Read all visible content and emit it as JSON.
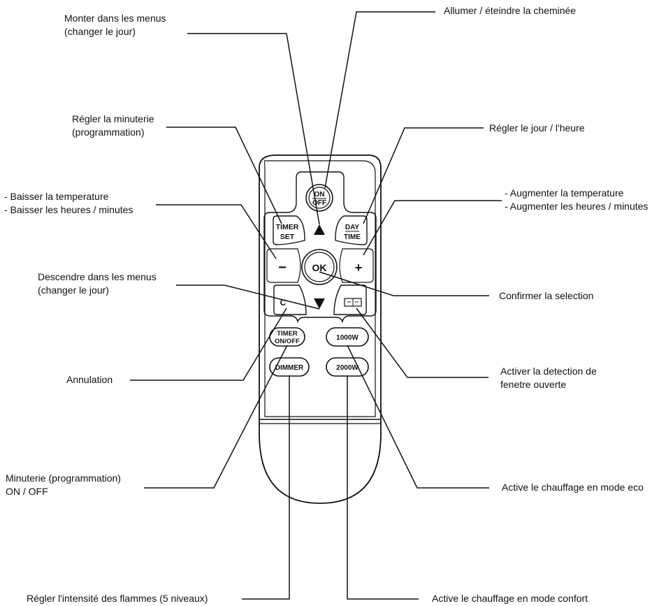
{
  "remote": {
    "buttons": {
      "on_off": {
        "line1": "ON",
        "line2": "OFF"
      },
      "timer_set": {
        "line1": "TIMER",
        "line2": "SET"
      },
      "day_time": {
        "line1": "DAY",
        "line2": "TIME"
      },
      "minus": "−",
      "ok": "OK",
      "plus": "+",
      "c": "C",
      "timer_on_off": {
        "line1": "TIMER",
        "line2": "ON/OFF"
      },
      "w1000": "1000W",
      "dimmer": "DIMMER",
      "w2000": "2000W"
    }
  },
  "callouts": {
    "monter": {
      "line1": "Monter dans les menus",
      "line2": "(changer le jour)"
    },
    "allumer": "Allumer / éteindre la cheminée",
    "minuterie_regler": {
      "line1": "Régler la minuterie",
      "line2": "(programmation)"
    },
    "jour_heure": "Régler le jour / l'heure",
    "baisser": {
      "line1": "- Baisser la temperature",
      "line2": "- Baisser les heures / minutes"
    },
    "augmenter": {
      "line1": "- Augmenter la temperature",
      "line2": "- Augmenter les heures / minutes"
    },
    "descendre": {
      "line1": "Descendre dans les menus",
      "line2": "(changer le jour)"
    },
    "confirmer": "Confirmer la selection",
    "annulation": "Annulation",
    "fenetre": {
      "line1": "Activer la detection de",
      "line2": "fenetre ouverte"
    },
    "minuterie_onoff": {
      "line1": "Minuterie (programmation)",
      "line2": "ON / OFF"
    },
    "eco": "Active le chauffage en mode eco",
    "flammes": "Régler l'intensité des flammes (5 niveaux)",
    "confort": "Active le chauffage en mode confort"
  }
}
